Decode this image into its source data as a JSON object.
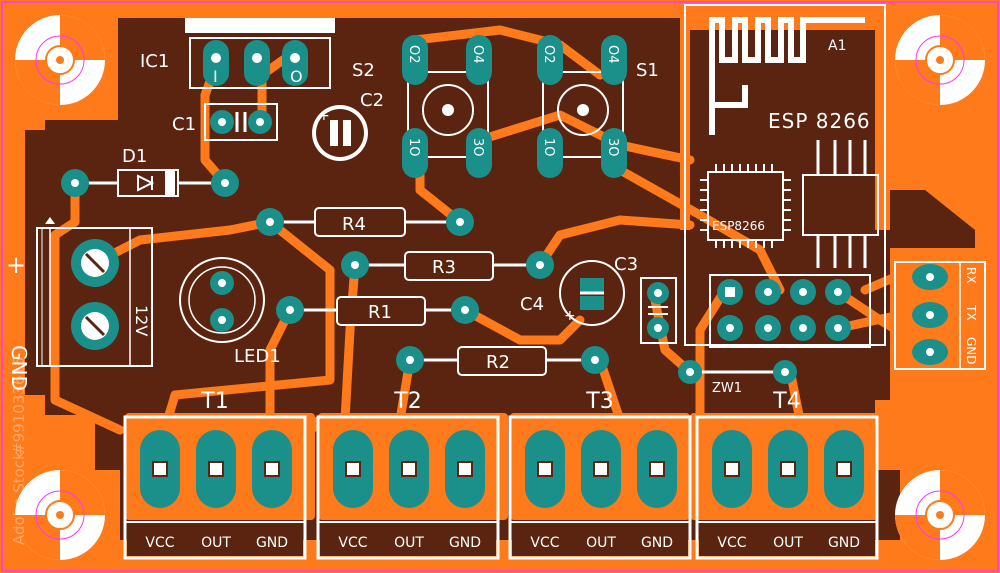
{
  "board": {
    "colors": {
      "copper": "#ff7a1a",
      "substrate": "#5a2410",
      "silkscreen": "#ffffff",
      "pad": "#1b8f8a",
      "outline": "#ff33ff"
    }
  },
  "components": {
    "ic1": {
      "ref": "IC1",
      "pins": [
        "I",
        "O"
      ]
    },
    "c1": {
      "ref": "C1"
    },
    "c2": {
      "ref": "C2",
      "polarity": "+"
    },
    "c3": {
      "ref": "C3"
    },
    "c4": {
      "ref": "C4",
      "polarity": "+"
    },
    "d1": {
      "ref": "D1"
    },
    "r1": {
      "ref": "R1"
    },
    "r2": {
      "ref": "R2"
    },
    "r3": {
      "ref": "R3"
    },
    "r4": {
      "ref": "R4"
    },
    "led1": {
      "ref": "LED1"
    },
    "s1": {
      "ref": "S1",
      "pins": [
        "O2",
        "O4",
        "1O",
        "3O"
      ]
    },
    "s2": {
      "ref": "S2",
      "pins": [
        "O2",
        "O4",
        "1O",
        "3O"
      ]
    },
    "a1": {
      "ref": "A1",
      "module": "ESP 8266",
      "chip": "ESP8266"
    },
    "jumper": {
      "ref": "ZW1"
    },
    "power": {
      "plus": "+",
      "gnd": "GND",
      "voltage": "12V"
    },
    "uart": {
      "pins": [
        "RX",
        "TX",
        "GND"
      ]
    }
  },
  "terminals": [
    {
      "ref": "T1",
      "pins": [
        "VCC",
        "OUT",
        "GND"
      ]
    },
    {
      "ref": "T2",
      "pins": [
        "VCC",
        "OUT",
        "GND"
      ]
    },
    {
      "ref": "T3",
      "pins": [
        "VCC",
        "OUT",
        "GND"
      ]
    },
    {
      "ref": "T4",
      "pins": [
        "VCC",
        "OUT",
        "GND"
      ]
    }
  ],
  "watermark": {
    "brand": "Adobe Stock",
    "id": "#991033615"
  }
}
